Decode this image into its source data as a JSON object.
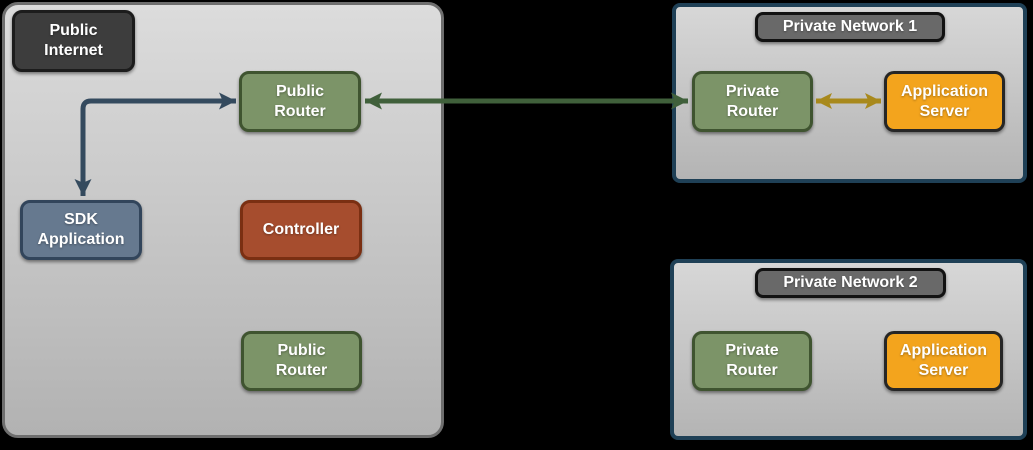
{
  "colors": {
    "background": "#000000",
    "zone_border": "#6e6e6e",
    "network_border": "#1f4056",
    "dark_label_fill": "#3d3d3d",
    "dark_label_border": "#1c1c1c",
    "network_label_fill": "#696969",
    "network_label_border": "#121212",
    "router_fill": "#7c9468",
    "router_border": "#3f5430",
    "sdk_fill": "#66798f",
    "sdk_border": "#32455b",
    "controller_fill": "#a64d2e",
    "controller_border": "#7a2f12",
    "server_fill": "#f3a41d",
    "server_border": "#262626",
    "arrow_blue": "#344a5e",
    "arrow_green": "#40603b",
    "arrow_yellow": "#a8891c"
  },
  "zones": {
    "public_internet": {
      "label": "Public Internet"
    },
    "private_network_1": {
      "label": "Private Network 1"
    },
    "private_network_2": {
      "label": "Private Network 2"
    }
  },
  "nodes": {
    "public_router_top": {
      "label": "Public Router"
    },
    "sdk_application": {
      "label": "SDK Application"
    },
    "controller": {
      "label": "Controller"
    },
    "public_router_bottom": {
      "label": "Public Router"
    },
    "pn1_private_router": {
      "label": "Private Router"
    },
    "pn1_application_server": {
      "label": "Application Server"
    },
    "pn2_private_router": {
      "label": "Private Router"
    },
    "pn2_application_server": {
      "label": "Application Server"
    }
  },
  "connections": [
    {
      "from": "SDK Application",
      "to": "Public Router",
      "shape": "elbow",
      "bidirectional": true,
      "color": "#344a5e"
    },
    {
      "from": "Public Router",
      "to": "Private Router (Private Network 1)",
      "shape": "straight",
      "bidirectional": true,
      "color": "#40603b"
    },
    {
      "from": "Private Router (Private Network 1)",
      "to": "Application Server (Private Network 1)",
      "shape": "straight",
      "bidirectional": true,
      "color": "#a8891c"
    }
  ]
}
